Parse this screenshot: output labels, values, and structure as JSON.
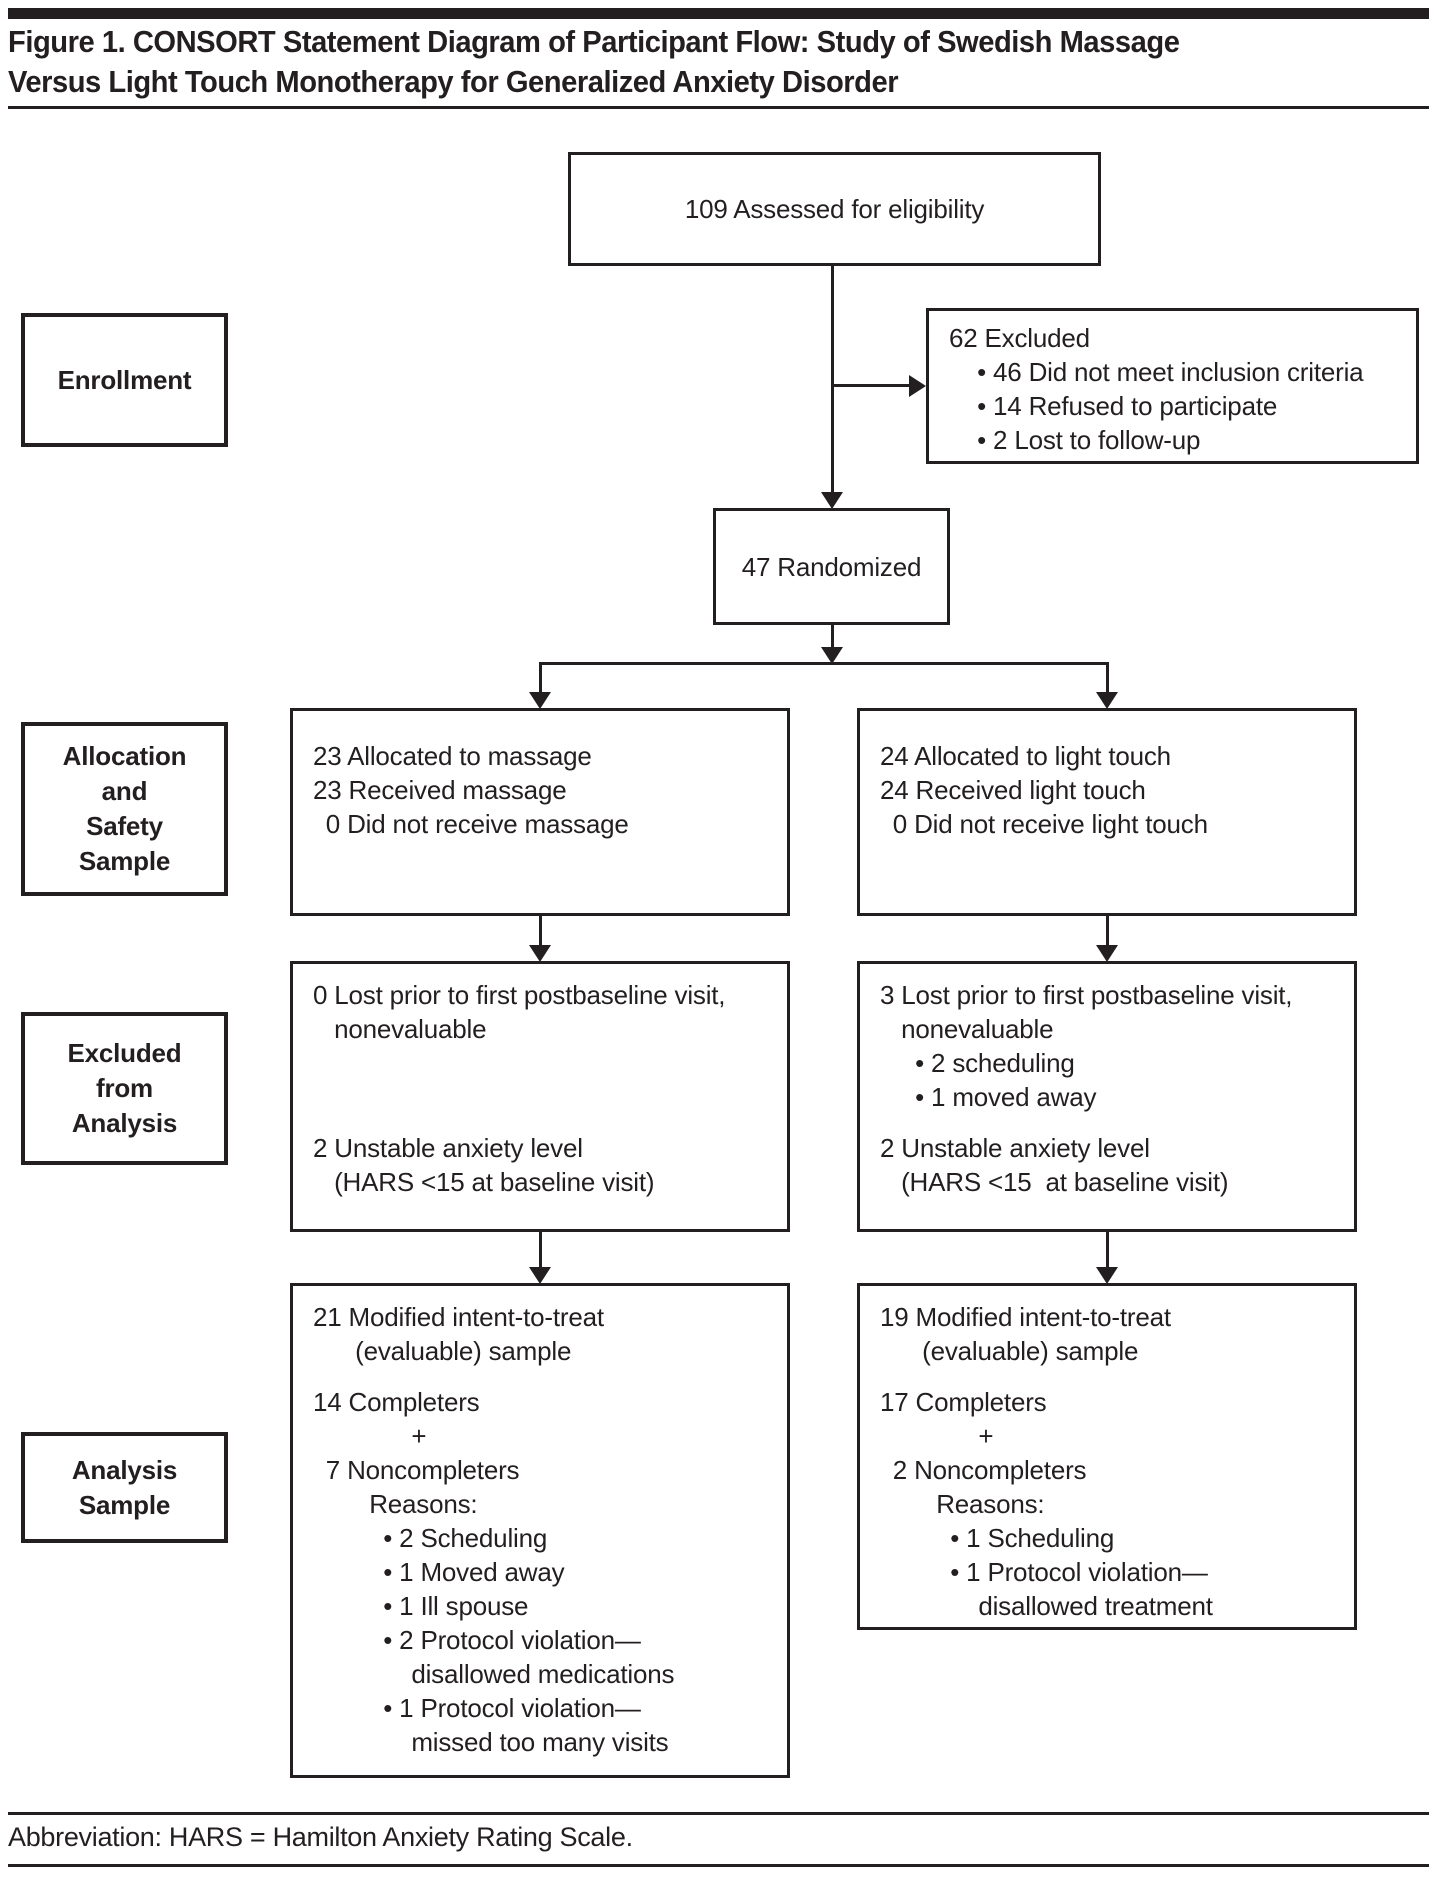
{
  "title": {
    "lines": [
      "Figure 1. CONSORT Statement Diagram of Participant Flow: Study of Swedish Massage",
      "Versus Light Touch Monotherapy for Generalized Anxiety Disorder"
    ]
  },
  "stage_labels": {
    "enrollment": {
      "lines": [
        "Enrollment"
      ]
    },
    "allocation": {
      "lines": [
        "Allocation",
        "and",
        "Safety",
        "Sample"
      ]
    },
    "excluded": {
      "lines": [
        "Excluded",
        "from",
        "Analysis"
      ]
    },
    "analysis": {
      "lines": [
        "Analysis",
        "Sample"
      ]
    }
  },
  "boxes": {
    "eligibility": {
      "text": "109 Assessed for eligibility"
    },
    "excluded_enrollment": {
      "lines": [
        "62 Excluded",
        "    • 46 Did not meet inclusion criteria",
        "    • 14 Refused to participate",
        "    • 2 Lost to follow-up"
      ]
    },
    "randomized": {
      "text": "47 Randomized"
    },
    "alloc_massage": {
      "lines": [
        "23 Allocated to massage",
        "23 Received massage",
        " 0 Did not receive massage"
      ]
    },
    "alloc_touch": {
      "lines": [
        "24 Allocated to light touch",
        "24 Received light touch",
        " 0 Did not receive light touch"
      ]
    },
    "excl_massage": {
      "para1": [
        "0 Lost prior to first postbaseline visit,",
        "   nonevaluable"
      ],
      "para2": [
        "2 Unstable anxiety level",
        "   (HARS <15 at baseline visit)"
      ]
    },
    "excl_touch": {
      "para1": [
        "3 Lost prior to first postbaseline visit,",
        "   nonevaluable",
        "     • 2 scheduling",
        "     • 1 moved away"
      ],
      "para2": [
        "2 Unstable anxiety level",
        "   (HARS <15  at baseline visit)"
      ]
    },
    "analysis_massage": {
      "para1": [
        "21 Modified intent-to-treat",
        "      (evaluable) sample"
      ],
      "para2": [
        "14 Completers",
        "              +",
        " 7 Noncompleters",
        "        Reasons:",
        "          • 2 Scheduling",
        "          • 1 Moved away",
        "          • 1 Ill spouse",
        "          • 2 Protocol violation—",
        "              disallowed medications",
        "          • 1 Protocol violation—",
        "              missed too many visits"
      ]
    },
    "analysis_touch": {
      "para1": [
        "19 Modified intent-to-treat",
        "      (evaluable) sample"
      ],
      "para2": [
        "17 Completers",
        "              +",
        " 2 Noncompleters",
        "        Reasons:",
        "          • 1 Scheduling",
        "          • 1 Protocol violation—",
        "              disallowed treatment"
      ]
    }
  },
  "footer": {
    "abbreviation": "Abbreviation: HARS = Hamilton Anxiety Rating Scale."
  },
  "colors": {
    "ink": "#231f20",
    "background": "#ffffff"
  }
}
